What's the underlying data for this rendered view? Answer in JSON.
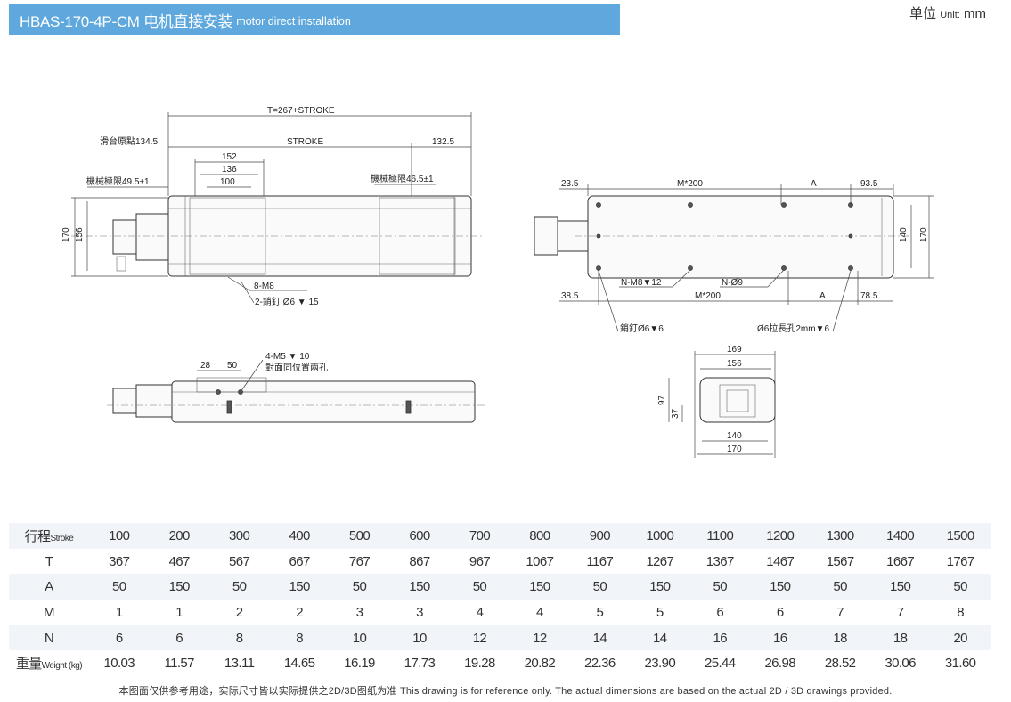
{
  "header": {
    "title": "HBAS-170-4P-CM 电机直接安装",
    "title_en": "motor direct installation",
    "unit_zh": "单位",
    "unit_en_small": "Unit:",
    "unit_value": "mm"
  },
  "drawing": {
    "top_view": {
      "total_length": "T=267+STROKE",
      "slide_origin": "滑台原點134.5",
      "stroke": "STROKE",
      "right_offset": "132.5",
      "dim_152": "152",
      "dim_136": "136",
      "dim_100": "100",
      "limit_left": "機械極限49.5±1",
      "limit_right": "機械極限46.5±1",
      "height_170": "170",
      "height_156": "156",
      "hole_note": "8-M8",
      "pin_note": "2-銷釘 Ø6 ▼ 15"
    },
    "bottom_view": {
      "left_offset": "23.5",
      "m200_top": "M*200",
      "a_top": "A",
      "right_offset": "93.5",
      "height_140": "140",
      "height_170": "170",
      "hole_label": "N-M8▼12",
      "hole_label2": "N-Ø9",
      "left_offset_bottom": "38.5",
      "m200_bottom": "M*200",
      "a_bottom": "A",
      "right_offset_bottom": "78.5",
      "pin_label": "銷釘Ø6▼6",
      "slot_label": "Ø6拉長孔2mm▼6"
    },
    "side_view": {
      "note_line1": "4-M5 ▼ 10",
      "note_line2": "對面同位置兩孔",
      "dim_28": "28",
      "dim_50": "50"
    },
    "end_view": {
      "width_169": "169",
      "width_156": "156",
      "width_140": "140",
      "width_170": "170",
      "height_97": "97",
      "height_37": "37"
    }
  },
  "table": {
    "rows": [
      {
        "label": "行程",
        "label_small": "Stroke",
        "values": [
          "100",
          "200",
          "300",
          "400",
          "500",
          "600",
          "700",
          "800",
          "900",
          "1000",
          "1100",
          "1200",
          "1300",
          "1400",
          "1500"
        ]
      },
      {
        "label": "T",
        "label_small": "",
        "values": [
          "367",
          "467",
          "567",
          "667",
          "767",
          "867",
          "967",
          "1067",
          "1167",
          "1267",
          "1367",
          "1467",
          "1567",
          "1667",
          "1767"
        ]
      },
      {
        "label": "A",
        "label_small": "",
        "values": [
          "50",
          "150",
          "50",
          "150",
          "50",
          "150",
          "50",
          "150",
          "50",
          "150",
          "50",
          "150",
          "50",
          "150",
          "50"
        ]
      },
      {
        "label": "M",
        "label_small": "",
        "values": [
          "1",
          "1",
          "2",
          "2",
          "3",
          "3",
          "4",
          "4",
          "5",
          "5",
          "6",
          "6",
          "7",
          "7",
          "8"
        ]
      },
      {
        "label": "N",
        "label_small": "",
        "values": [
          "6",
          "6",
          "8",
          "8",
          "10",
          "10",
          "12",
          "12",
          "14",
          "14",
          "16",
          "16",
          "18",
          "18",
          "20"
        ]
      },
      {
        "label": "重量",
        "label_small": "Weight (kg)",
        "values": [
          "10.03",
          "11.57",
          "13.11",
          "14.65",
          "16.19",
          "17.73",
          "19.28",
          "20.82",
          "22.36",
          "23.90",
          "25.44",
          "26.98",
          "28.52",
          "30.06",
          "31.60"
        ]
      }
    ]
  },
  "footnote": "本图面仅供参考用途，实际尺寸皆以实际提供之2D/3D图纸为准 This drawing is for reference only. The actual dimensions are based on the actual 2D / 3D drawings provided."
}
